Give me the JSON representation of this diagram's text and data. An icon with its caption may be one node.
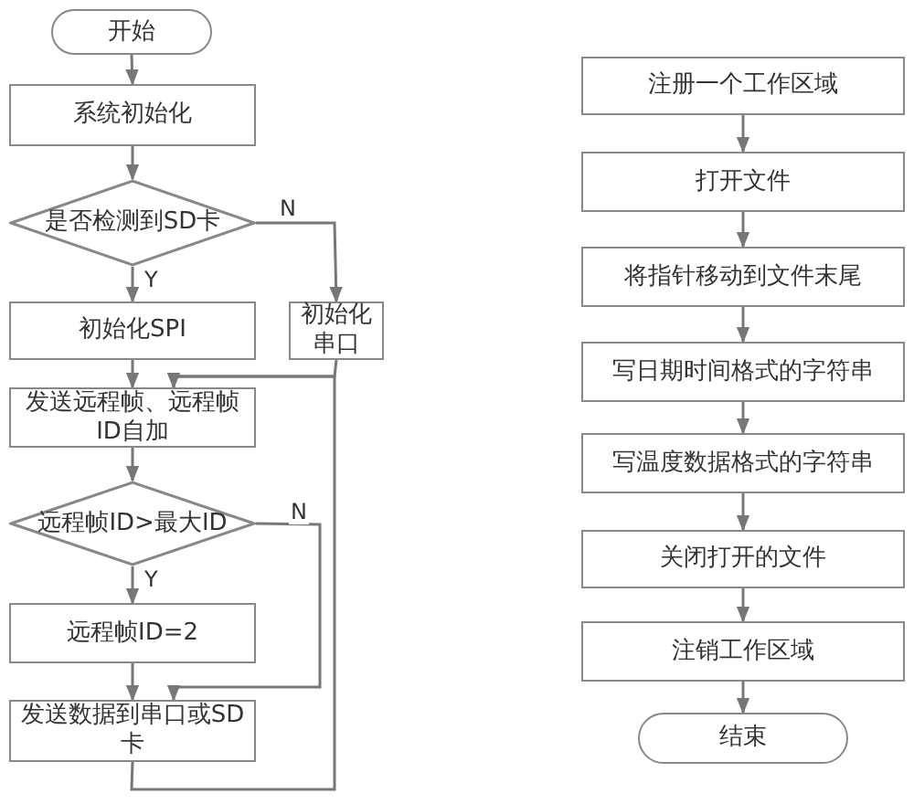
{
  "diagram": {
    "nodes": [
      {
        "text": [
          "开始"
        ]
      },
      {
        "text": [
          "系统初始化"
        ]
      },
      {
        "text": [
          "是否检测到SD卡"
        ]
      },
      {
        "text": [
          "初始化SPI"
        ]
      },
      {
        "text": [
          "初始化串口"
        ]
      },
      {
        "text": [
          "发送远程帧、远程帧ID自加"
        ]
      },
      {
        "text": [
          "远程帧ID>最大ID"
        ]
      },
      {
        "text": [
          "远程帧ID=2"
        ]
      },
      {
        "text": [
          "发送数据到串口或SD卡"
        ]
      },
      {
        "text": [
          "注册一个工作区域"
        ]
      },
      {
        "text": [
          "打开文件"
        ]
      },
      {
        "text": [
          "将指针移动到文件末尾"
        ]
      },
      {
        "text": [
          "写日期时间格式的字符串"
        ]
      },
      {
        "text": [
          "写温度数据格式的字符串"
        ]
      },
      {
        "text": [
          "关闭打开的文件"
        ]
      },
      {
        "text": [
          "注销工作区域"
        ]
      },
      {
        "text": [
          "结束"
        ]
      }
    ],
    "edges": [
      {
        "from": 0,
        "to": 1,
        "arrow": "to"
      },
      {
        "from": 1,
        "to": 2,
        "arrow": "to"
      },
      {
        "from": 2,
        "to": 3,
        "label": "Y",
        "arrow": "to"
      },
      {
        "from": 2,
        "to": 4,
        "label": "N",
        "arrow": "to"
      },
      {
        "from": 3,
        "to": 5,
        "arrow": "to"
      },
      {
        "from": 4,
        "to": 5,
        "arrow": "to"
      },
      {
        "from": 5,
        "to": 6,
        "arrow": "to"
      },
      {
        "from": 6,
        "to": 7,
        "label": "Y",
        "arrow": "to"
      },
      {
        "from": 6,
        "to": 8,
        "label": "N",
        "arrow": "to"
      },
      {
        "from": 7,
        "to": 8,
        "arrow": "to"
      },
      {
        "from": 8,
        "to": 5,
        "arrow": "to"
      },
      {
        "from": 9,
        "to": 10,
        "arrow": "to"
      },
      {
        "from": 10,
        "to": 11,
        "arrow": "to"
      },
      {
        "from": 11,
        "to": 12,
        "arrow": "to"
      },
      {
        "from": 12,
        "to": 13,
        "arrow": "to"
      },
      {
        "from": 13,
        "to": 14,
        "arrow": "to"
      },
      {
        "from": 14,
        "to": 15,
        "arrow": "to"
      },
      {
        "from": 15,
        "to": 16,
        "arrow": "to"
      }
    ]
  }
}
